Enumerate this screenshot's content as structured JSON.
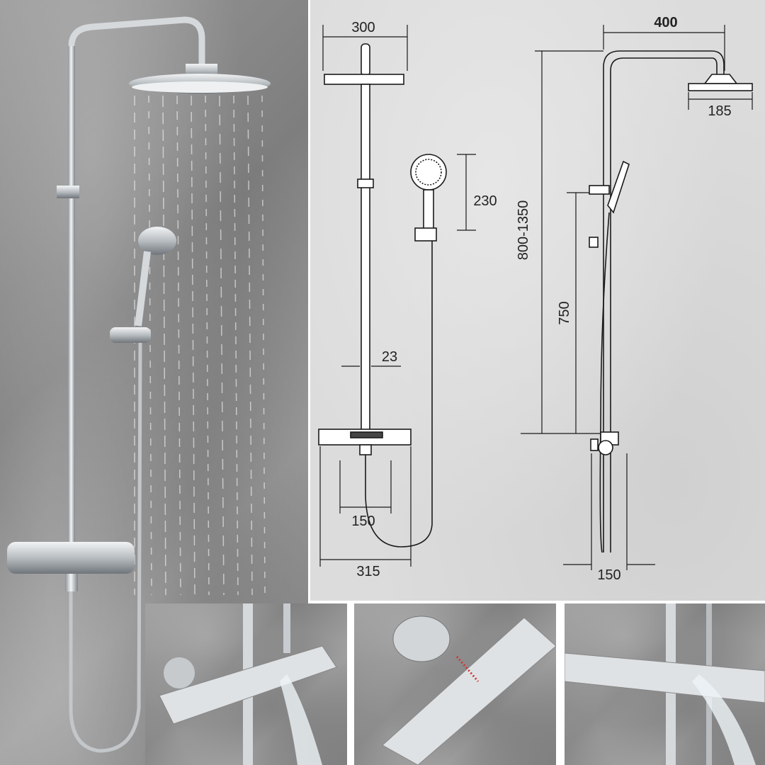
{
  "dimensions": {
    "head_width_front": "300",
    "arm_length": "400",
    "head_diameter_side": "185",
    "hand_shower_length": "230",
    "height_range": "800-1350",
    "valve_to_holder": "750",
    "pipe_diameter": "23",
    "center_distance_front": "150",
    "valve_width": "315",
    "wall_distance_side": "150"
  },
  "colors": {
    "chrome": "#d9dde0",
    "line": "#1a1a1a",
    "concrete": "#8e8e8e"
  }
}
